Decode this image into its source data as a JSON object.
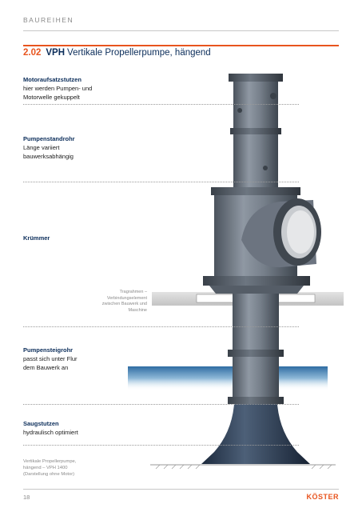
{
  "header": {
    "section": "BAUREIHEN"
  },
  "title": {
    "number": "2.02",
    "code": "VPH",
    "text": "Vertikale Propellerpumpe, hängend"
  },
  "annotations": [
    {
      "heading": "Motoraufsatzstutzen",
      "lines": [
        "hier werden Pumpen- und",
        "Motorwelle gekuppelt"
      ]
    },
    {
      "heading": "Pumpenstandrohr",
      "lines": [
        "Länge variiert",
        "bauwerksabhängig"
      ]
    },
    {
      "heading": "Krümmer",
      "lines": []
    },
    {
      "heading": "Pumpensteigrohr",
      "lines": [
        "passt sich unter Flur",
        "dem Bauwerk an"
      ]
    },
    {
      "heading": "Saugstutzen",
      "lines": [
        "hydraulisch optimiert"
      ]
    }
  ],
  "tragrahmen": [
    "Tragrahmen –",
    "Verbindungselement",
    "zwischen Bauwerk und",
    "Maschine"
  ],
  "caption": [
    "Vertikale Propellerpumpe,",
    "hängend – VPH 1400",
    "(Darstellung ohne Motor)"
  ],
  "footer": {
    "page_number": "18",
    "brand": "KÖSTER"
  },
  "colors": {
    "accent": "#e8541e",
    "navy": "#0b2d5a",
    "pump_gray": "#6f7884",
    "water": "#3f78aa"
  }
}
